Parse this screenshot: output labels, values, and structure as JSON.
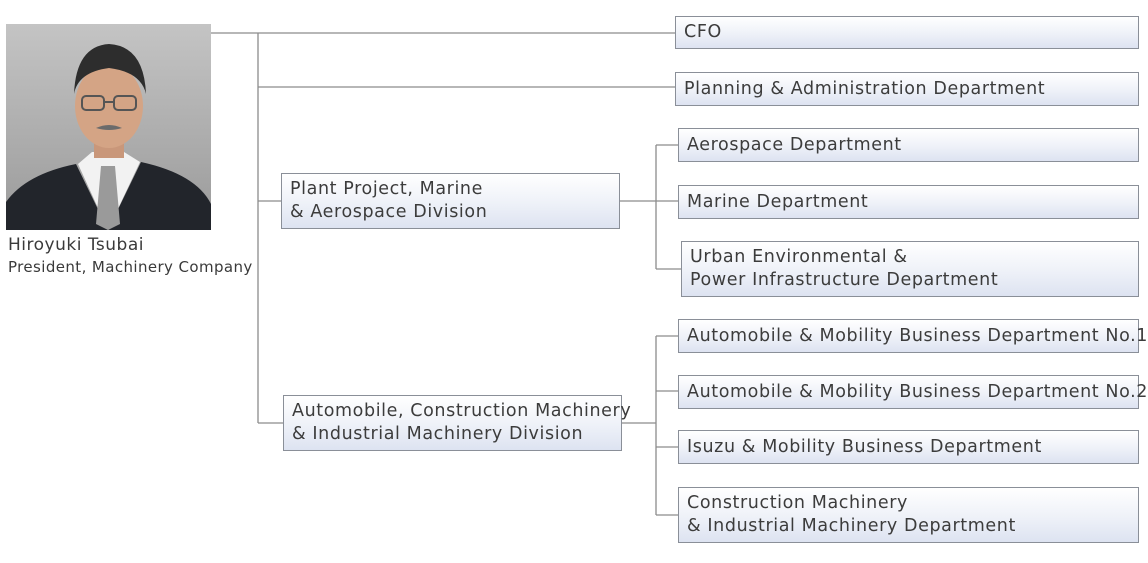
{
  "person": {
    "name": "Hiroyuki Tsubai",
    "title": "President, Machinery Company"
  },
  "direct_units": {
    "cfo": "CFO",
    "planning": "Planning & Administration Department"
  },
  "divisions": [
    {
      "line1": "Plant Project, Marine",
      "line2": "& Aerospace Division",
      "departments": [
        {
          "line1": "Aerospace Department",
          "line2": ""
        },
        {
          "line1": "Marine Department",
          "line2": ""
        },
        {
          "line1": "Urban Environmental &",
          "line2": "Power Infrastructure Department"
        }
      ]
    },
    {
      "line1": "Automobile, Construction Machinery",
      "line2": "& Industrial Machinery Division",
      "departments": [
        {
          "line1": "Automobile & Mobility Business Department No.1",
          "line2": ""
        },
        {
          "line1": "Automobile & Mobility Business Department No.2",
          "line2": ""
        },
        {
          "line1": "Isuzu & Mobility Business Department",
          "line2": ""
        },
        {
          "line1": "Construction Machinery",
          "line2": "& Industrial Machinery Department"
        }
      ]
    }
  ]
}
